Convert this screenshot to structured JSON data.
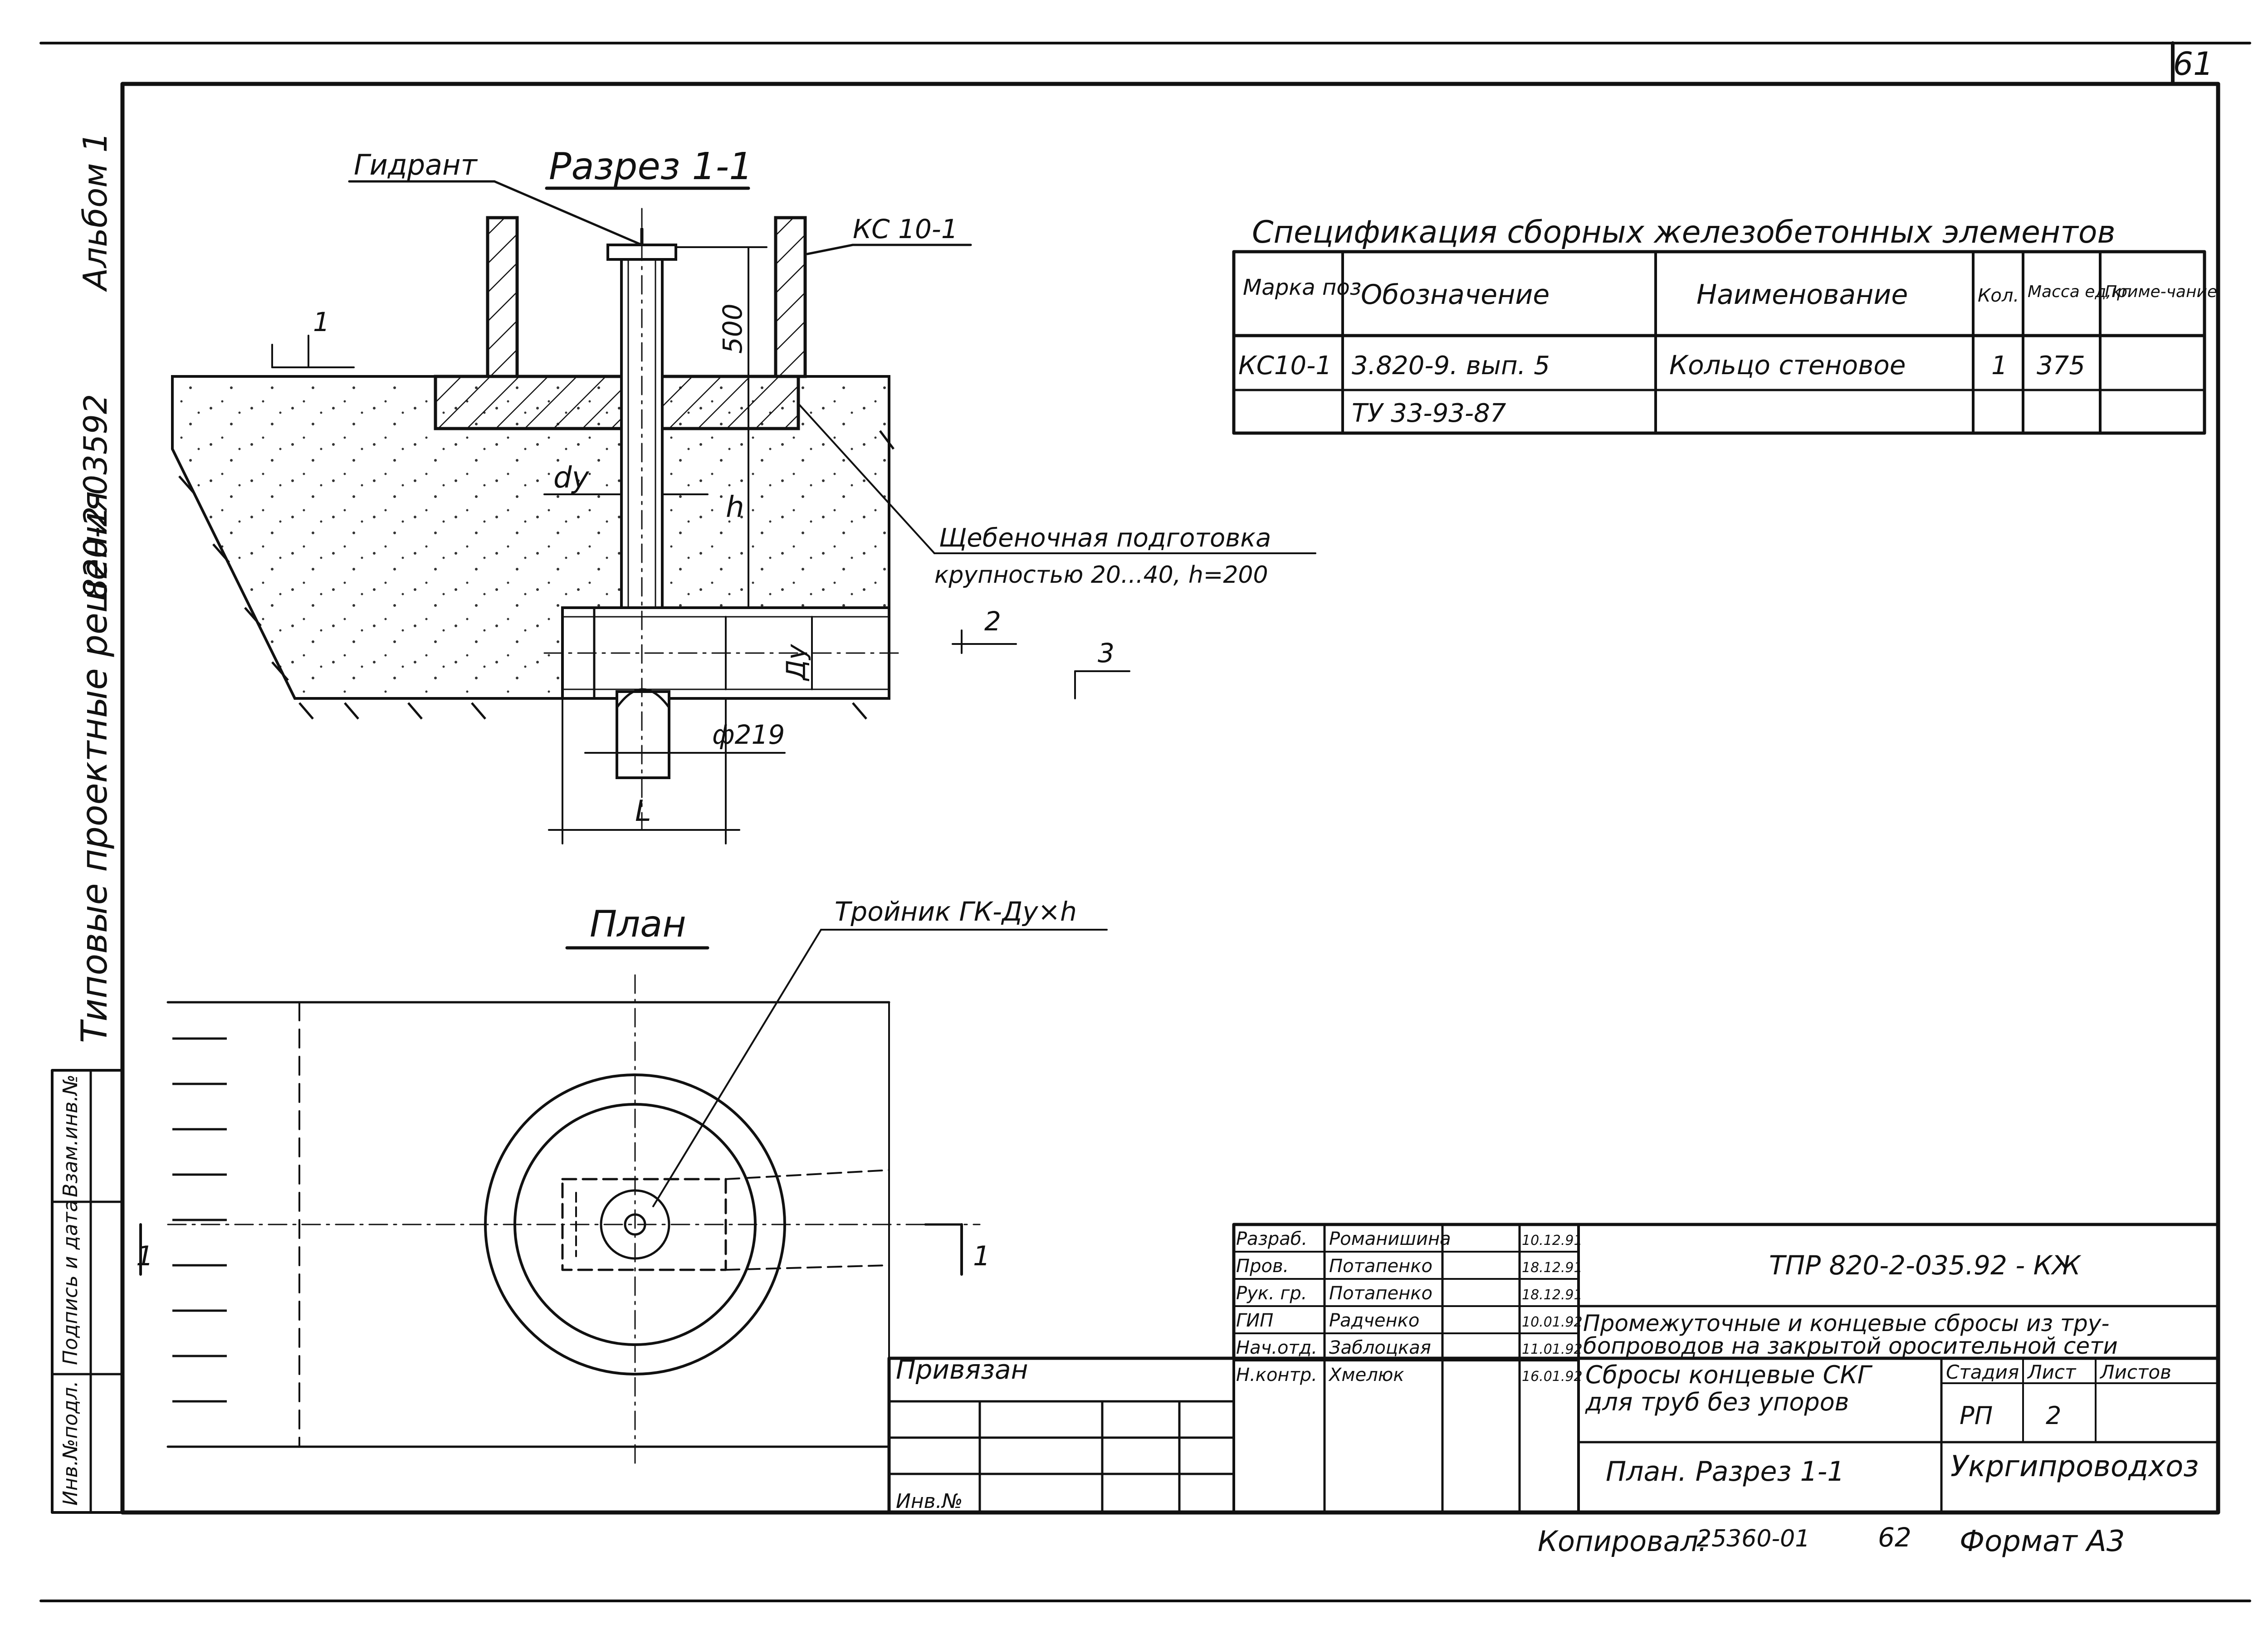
{
  "page_number": "61",
  "side_margin": {
    "album": "Альбом 1",
    "series_title": "Типовые проектные решения",
    "series_code": "820-2-03592",
    "stamp_cells": [
      "Инв.№подл.",
      "Подпись и дата",
      "Взам.инв.№"
    ]
  },
  "section": {
    "title": "Разрез 1-1",
    "hydrant_label": "Гидрант",
    "ring_label": "КС 10-1",
    "dim_500": "500",
    "dim_h": "h",
    "dim_dy": "dy",
    "dim_Dy": "Ду",
    "dim_phi": "ф219",
    "dim_L": "L",
    "gravel_line1": "Щебеночная подготовка",
    "gravel_line2": "крупностью 20...40, h=200",
    "level_marks": [
      "1",
      "2",
      "3"
    ]
  },
  "plan": {
    "title": "План",
    "tee_label": "Тройник ГК-Ду×h",
    "cut_marks": [
      "1",
      "1"
    ]
  },
  "specification": {
    "title": "Спецификация сборных железобетонных элементов",
    "headers": [
      "Марка поз.",
      "Обозначение",
      "Наименование",
      "Кол.",
      "Масса ед,кг",
      "Приме-чание"
    ],
    "rows": [
      [
        "КС10-1",
        "3.820-9. вып. 5",
        "Кольцо стеновое",
        "1",
        "375",
        ""
      ],
      [
        "",
        "ТУ 33-93-87",
        "",
        "",
        "",
        ""
      ]
    ]
  },
  "title_block": {
    "bound_label": "Привязан",
    "inv_label": "Инв.№",
    "signers": [
      {
        "role": "Разраб.",
        "name": "Романишина",
        "date": "10.12.91"
      },
      {
        "role": "Пров.",
        "name": "Потапенко",
        "date": "18.12.91"
      },
      {
        "role": "Рук. гр.",
        "name": "Потапенко",
        "date": "18.12.91"
      },
      {
        "role": "ГИП",
        "name": "Радченко",
        "date": "10.01.92"
      },
      {
        "role": "Нач.отд.",
        "name": "Заблоцкая",
        "date": "11.01.92"
      },
      {
        "role": "Н.контр.",
        "name": "Хмелюк",
        "date": "16.01.92"
      }
    ],
    "doc_code": "ТПР 820-2-035.92 - КЖ",
    "project_title_1": "Промежуточные и концевые сбросы из тру-",
    "project_title_2": "бопроводов на закрытой оросительной сети",
    "sheet_title_1": "Сбросы концевые СКГ",
    "sheet_title_2": "для труб без упоров",
    "stage_label": "Стадия",
    "sheet_label": "Лист",
    "sheets_label": "Листов",
    "stage": "РП",
    "sheet": "2",
    "sheets": "",
    "drawing_name": "План. Разрез 1-1",
    "organization": "Укргипроводхоз"
  },
  "footer": {
    "copied": "Копировал:",
    "order": "25360-01",
    "num": "62",
    "format": "Формат А3"
  }
}
